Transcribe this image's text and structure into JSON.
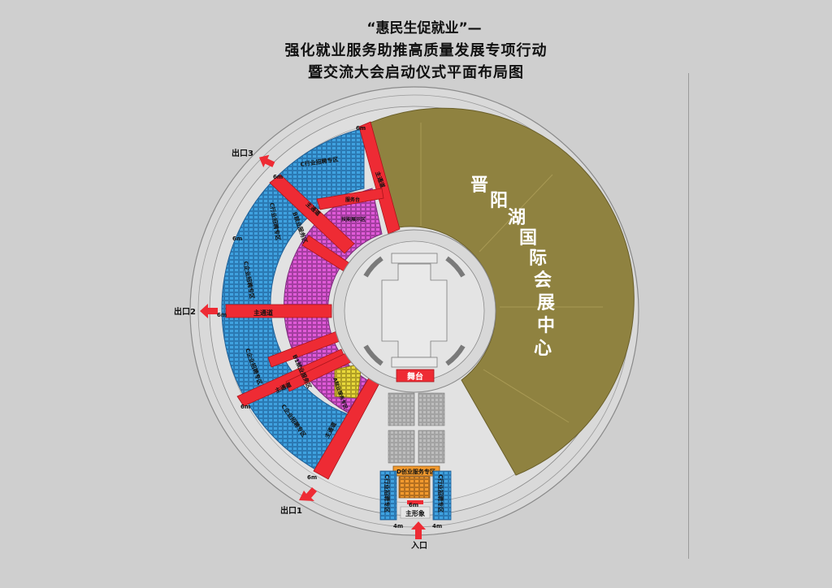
{
  "title": {
    "line1": "“惠民生促就业”—",
    "line2": "强化就业服务助推高质量发展专项行动",
    "line3": "暨交流大会启动仪式平面布局图"
  },
  "venue": {
    "name_chars": [
      "晋",
      "阳",
      "湖",
      "国",
      "际",
      "会",
      "展",
      "中",
      "心"
    ],
    "stage": "舞台",
    "main_image": "主形象",
    "d_zone": "D创业服务专区"
  },
  "exits": {
    "exit1": "出口1",
    "exit2": "出口2",
    "exit3": "出口3",
    "entrance": "入口"
  },
  "passage_label": "主通道",
  "widths": {
    "w6": "6m",
    "w4": "4m"
  },
  "zones": {
    "a": "A就业服务专区",
    "b_upper": "B就业服务区",
    "b_lower": "B1就业服务区",
    "c_upper": "C行业招聘专区",
    "c_lower": "C企业招聘专区",
    "c_top": "C行业招聘专区",
    "c_entry": "C行业招聘专区",
    "small_pink_1": "服务台",
    "small_pink_2": "技能展示区"
  },
  "colors": {
    "background": "#cfcfcf",
    "ring": "#dcdcdc",
    "olive": "#8f8240",
    "blue": "#3fa2e0",
    "magenta": "#e05ad8",
    "red": "#ee2b34",
    "orange": "#f29a2e",
    "yellow": "#e8d83a"
  }
}
